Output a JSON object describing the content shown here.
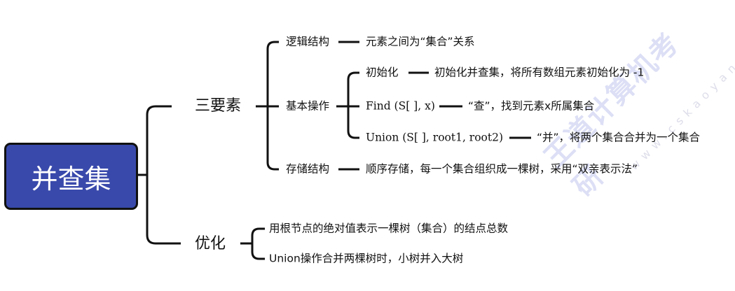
{
  "root": {
    "label": "并查集"
  },
  "branches": [
    {
      "label": "三要素",
      "children": [
        {
          "label": "逻辑结构",
          "desc": "元素之间为“集合”关系"
        },
        {
          "label": "基本操作",
          "children": [
            {
              "label": "初始化",
              "desc": "初始化并查集，将所有数组元素初始化为 -1"
            },
            {
              "label": "Find (S[ ], x)",
              "desc": "“查”，找到元素x所属集合"
            },
            {
              "label": "Union (S[ ], root1, root2)",
              "desc": "“并”，将两个集合合并为一个集合"
            }
          ]
        },
        {
          "label": "存储结构",
          "desc": "顺序存储，每一个集合组织成一棵树，采用“双亲表示法”"
        }
      ]
    },
    {
      "label": "优化",
      "children": [
        {
          "label": "用根节点的绝对值表示一棵树（集合）的结点总数"
        },
        {
          "label": "Union操作合并两棵树时，小树并入大树"
        }
      ]
    }
  ],
  "watermark": {
    "brand": "王道计算机考研",
    "url": "www.cskaoyan.com"
  },
  "colors": {
    "root_fill": "#3949ab",
    "line": "#111111"
  }
}
